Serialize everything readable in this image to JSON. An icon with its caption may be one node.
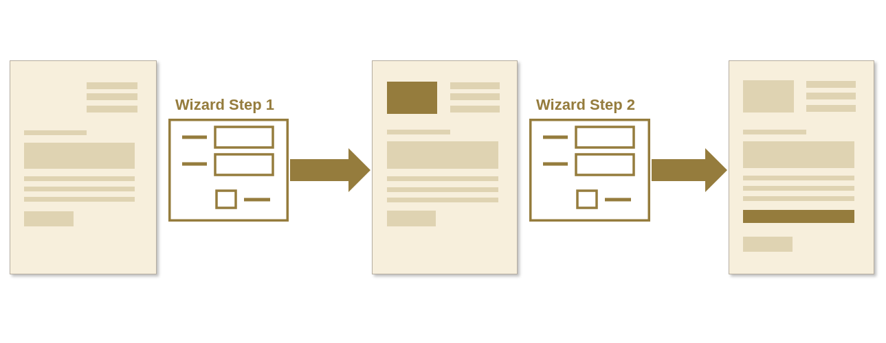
{
  "diagram": {
    "nodes": [
      {
        "text": [],
        "shape": "picture"
      },
      {
        "text": [
          "Wizard Step 1"
        ]
      },
      {
        "text": [],
        "shape": "picture"
      },
      {
        "text": [
          "Wizard Step 2"
        ]
      },
      {
        "text": [],
        "shape": "picture"
      }
    ],
    "edges": [
      {
        "from": 1,
        "to": 2,
        "arrow": "to"
      },
      {
        "from": 3,
        "to": 4,
        "arrow": "to"
      }
    ]
  }
}
